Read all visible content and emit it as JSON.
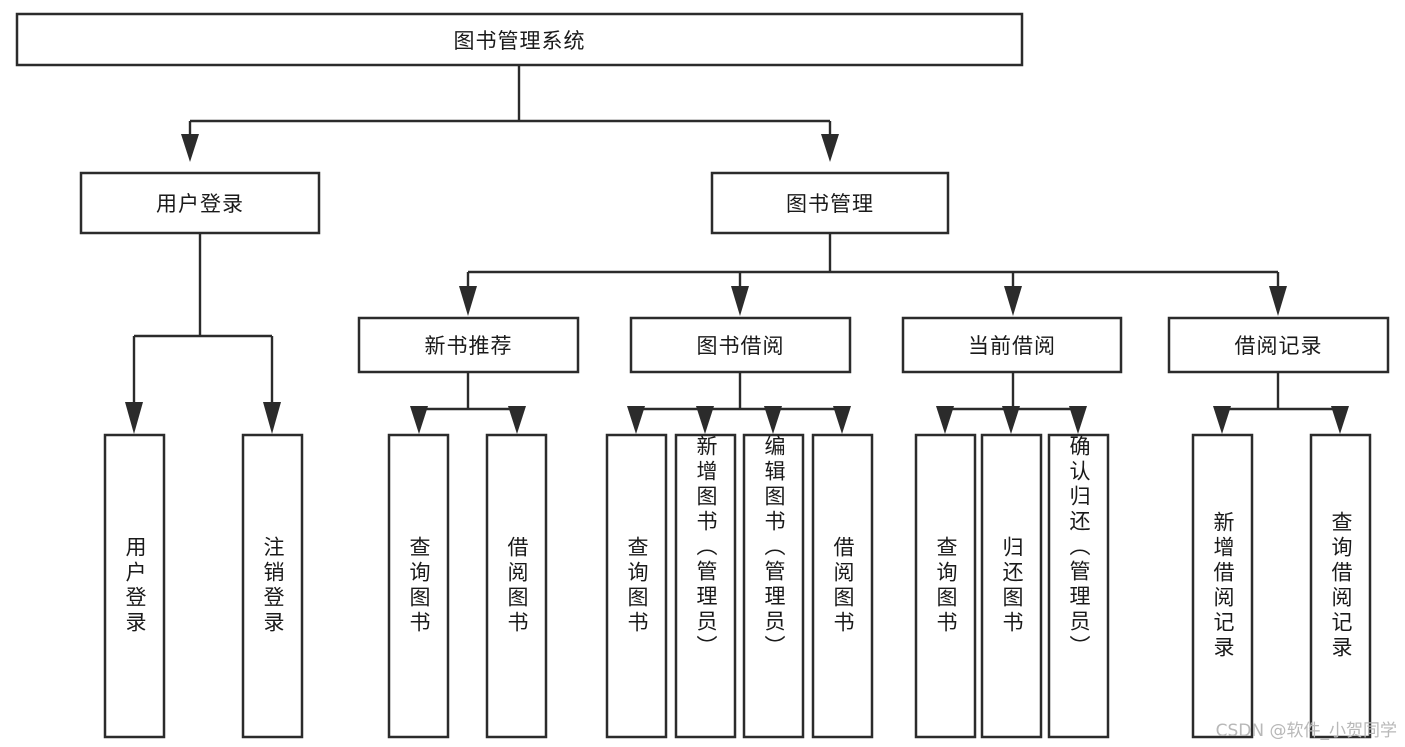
{
  "diagram": {
    "title": "图书管理系统",
    "type": "tree",
    "watermark": "CSDN @软件_小贺同学",
    "levels": {
      "root": {
        "label": "图书管理系统"
      },
      "level2": [
        {
          "label": "用户登录"
        },
        {
          "label": "图书管理"
        }
      ],
      "level3": [
        {
          "label": "新书推荐"
        },
        {
          "label": "图书借阅"
        },
        {
          "label": "当前借阅"
        },
        {
          "label": "借阅记录"
        }
      ],
      "leaves": [
        {
          "label": "用户登录",
          "parent": "用户登录"
        },
        {
          "label": "注销登录",
          "parent": "用户登录"
        },
        {
          "label": "查询图书",
          "parent": "新书推荐"
        },
        {
          "label": "借阅图书",
          "parent": "新书推荐"
        },
        {
          "label": "查询图书",
          "parent": "图书借阅"
        },
        {
          "label": "新增图书（管理员）",
          "parent": "图书借阅"
        },
        {
          "label": "编辑图书（管理员）",
          "parent": "图书借阅"
        },
        {
          "label": "借阅图书",
          "parent": "图书借阅"
        },
        {
          "label": "查询图书",
          "parent": "当前借阅"
        },
        {
          "label": "归还图书",
          "parent": "当前借阅"
        },
        {
          "label": "确认归还（管理员）",
          "parent": "当前借阅"
        },
        {
          "label": "新增借阅记录",
          "parent": "借阅记录"
        },
        {
          "label": "查询借阅记录",
          "parent": "借阅记录"
        }
      ]
    },
    "colors": {
      "stroke": "#2b2b2b",
      "fill": "#ffffff",
      "text": "#1a1a1a",
      "watermark": "#b8b8b8"
    }
  }
}
